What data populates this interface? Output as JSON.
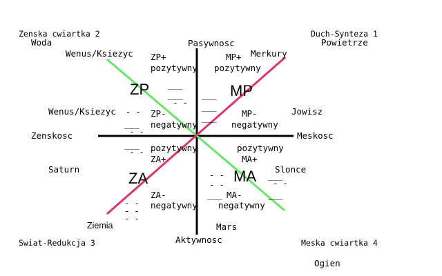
{
  "colors": {
    "axis": "#000000",
    "green_line": "#66e666",
    "pink_line": "#e03366"
  },
  "corners": {
    "top_left": {
      "title": "Zenska cwiartka 2",
      "element": "Woda"
    },
    "top_right": {
      "title": "Duch-Synteza 1",
      "element": "Powietrze"
    },
    "bottom_left": {
      "title": "Swiat-Redukcja 3"
    },
    "bottom_right": {
      "title": "Meska cwiartka 4",
      "element": "Ogien"
    }
  },
  "axes": {
    "top": "Pasywnosc",
    "bottom": "Aktywnosc",
    "left": "Zenskosc",
    "right": "Meskosc"
  },
  "planets": {
    "top_left_line_end": "Wenus/Ksiezyc",
    "top_right_line_end": "Merkury",
    "left_upper": "Wenus/Ksiezyc",
    "right_upper": "Jowisz",
    "left_lower": "Saturn",
    "right_lower": "Slonce",
    "bottom_left_line_end": "Ziemia",
    "bottom_center": "Mars"
  },
  "quadrants": {
    "zp": {
      "big": "ZP",
      "plus": "ZP+",
      "plus_word": "pozytywny",
      "minus": "ZP-",
      "minus_word": "negatywny"
    },
    "mp": {
      "big": "MP",
      "plus": "MP+",
      "plus_word": "pozytywny",
      "minus": "MP-",
      "minus_word": "negatywny"
    },
    "za": {
      "big": "ZA",
      "plus": "ZA+",
      "plus_word": "pozytywny",
      "minus": "ZA-",
      "minus_word": "negatywny"
    },
    "ma": {
      "big": "MA",
      "plus": "MA+",
      "plus_word": "pozytywny",
      "minus": "MA-",
      "minus_word": "negatywny"
    }
  },
  "marks": {
    "underscore_dash": "___\n - -",
    "dash_pair": "- -",
    "underscore": "___",
    "triple_dash": "- -\n- -\n- -"
  }
}
